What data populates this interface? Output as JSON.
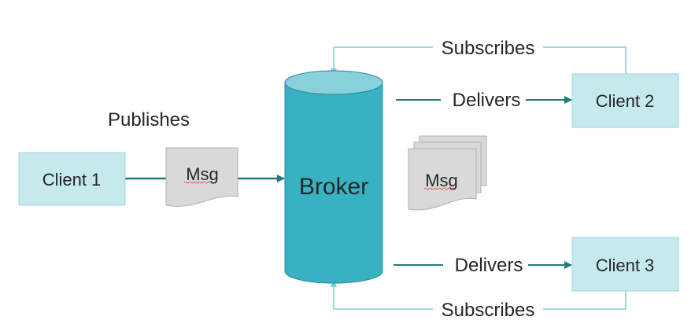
{
  "nodes": {
    "client1": "Client 1",
    "client2": "Client 2",
    "client3": "Client 3",
    "broker": "Broker",
    "msg_published": "Msg",
    "msg_stored": "Msg"
  },
  "edges": {
    "publishes": "Publishes",
    "delivers_top": "Delivers",
    "delivers_bottom": "Delivers",
    "subscribes_top": "Subscribes",
    "subscribes_bottom": "Subscribes"
  },
  "colors": {
    "broker_body": "#38b2c2",
    "broker_top": "#88d1da",
    "client_fill": "#c5e9ed",
    "arrow_dark": "#237a80",
    "arrow_light": "#7ecdd6",
    "doc_fill": "#d9d9d9"
  }
}
